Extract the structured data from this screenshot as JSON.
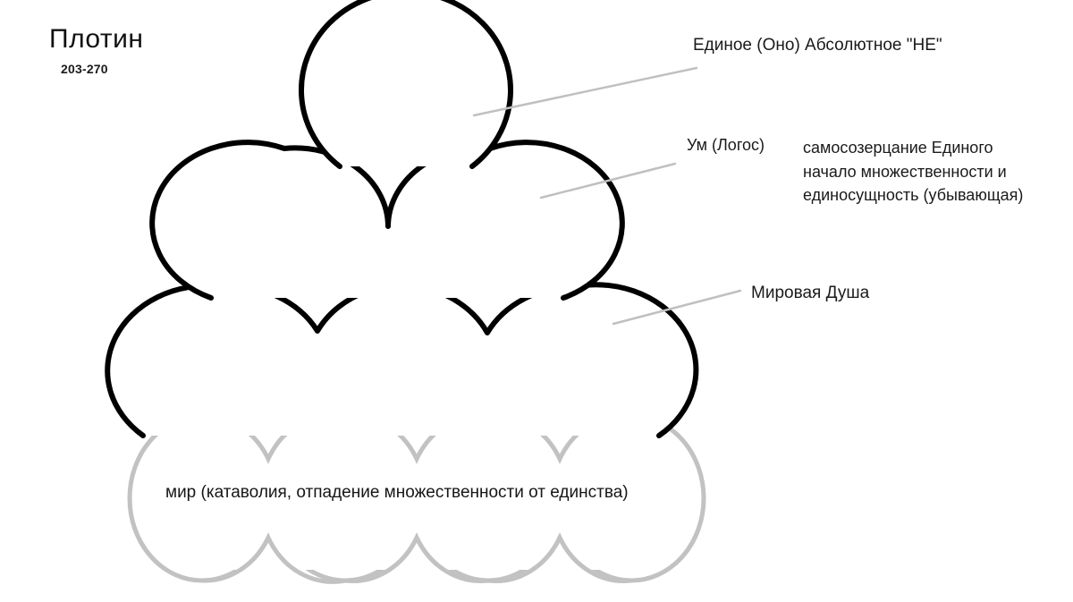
{
  "title": {
    "name": "Плотин",
    "dates": "203-270"
  },
  "labels": {
    "one": "Единое (Оно)   Абсолютное \"НЕ\"",
    "mind_head": "Ум (Логос)",
    "mind_line1": "самосозерцание Единого",
    "mind_line2": "начало множественности и",
    "mind_line3": "единосущность (убывающая)",
    "soul": "Мировая Душа",
    "world": "мир  (катаволия, отпадение множественности от единства)"
  },
  "colors": {
    "ink": "#000000",
    "gray_cloud": "#c2c2c2",
    "leader_line": "#c0c0c0",
    "background": "#ffffff",
    "text": "#1a1a1a"
  },
  "diagram": {
    "type": "emanation-hierarchy-clouds",
    "levels": [
      {
        "tier": 1,
        "label_key": "one",
        "circle_count": 1,
        "stroke": "#000000"
      },
      {
        "tier": 2,
        "label_key": "mind_head",
        "circle_count": 2,
        "stroke": "#000000"
      },
      {
        "tier": 3,
        "label_key": "soul",
        "circle_count": 3,
        "stroke": "#000000"
      },
      {
        "tier": 4,
        "label_key": "world",
        "circle_count": 4,
        "stroke": "#c2c2c2"
      }
    ]
  }
}
